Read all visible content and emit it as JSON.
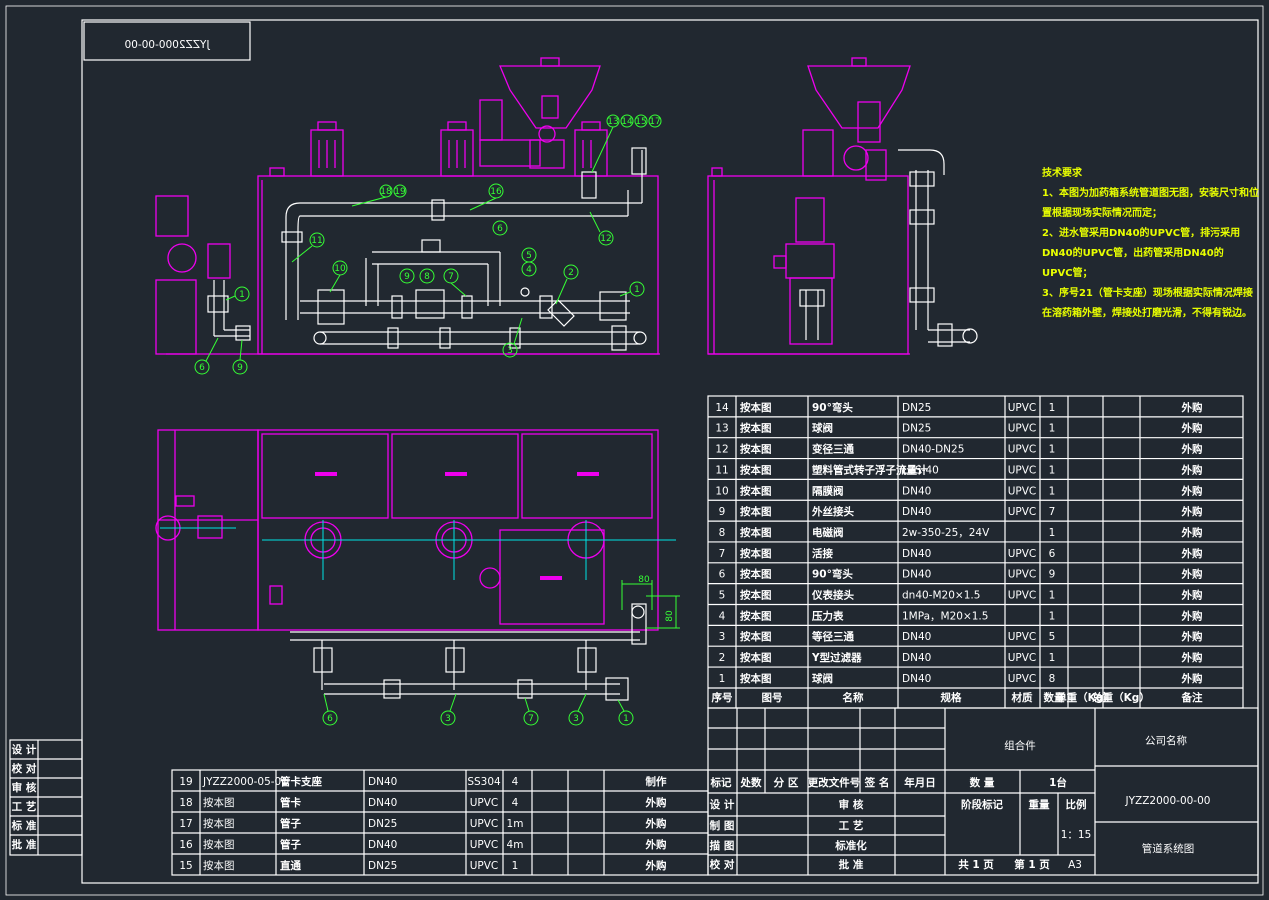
{
  "drawing_number": "JYZZ2000-00-00",
  "drawing_number_stamp_mirrored": "JYZZ2000-00-00",
  "tech_requirements": {
    "title": "技术要求",
    "lines": [
      "1、本图为加药箱系统管道图无图，安装尺寸和位",
      "置根据现场实际情况而定；",
      "2、进水管采用DN40的UPVC管，排污采用",
      "DN40的UPVC管，出药管采用DN40的",
      "UPVC管；",
      "3、序号21（管卡支座）现场根据实际情况焊接",
      "在溶药箱外壁，焊接处打磨光滑，不得有锐边。"
    ]
  },
  "bom_upper": [
    {
      "no": "14",
      "code": "按本图",
      "name": "90°弯头",
      "spec": "DN25",
      "mat": "UPVC",
      "qty": "1",
      "note": "外购"
    },
    {
      "no": "13",
      "code": "按本图",
      "name": "球阀",
      "spec": "DN25",
      "mat": "UPVC",
      "qty": "1",
      "note": "外购"
    },
    {
      "no": "12",
      "code": "按本图",
      "name": "变径三通",
      "spec": "DN40-DN25",
      "mat": "UPVC",
      "qty": "1",
      "note": "外购"
    },
    {
      "no": "11",
      "code": "按本图",
      "name": "塑料管式转子浮子流量计",
      "spec": "LZS-40",
      "mat": "UPVC",
      "qty": "1",
      "note": "外购"
    },
    {
      "no": "10",
      "code": "按本图",
      "name": "隔膜阀",
      "spec": "DN40",
      "mat": "UPVC",
      "qty": "1",
      "note": "外购"
    },
    {
      "no": "9",
      "code": "按本图",
      "name": "外丝接头",
      "spec": "DN40",
      "mat": "UPVC",
      "qty": "7",
      "note": "外购"
    },
    {
      "no": "8",
      "code": "按本图",
      "name": "电磁阀",
      "spec": "2w-350-25，24V",
      "mat": "",
      "qty": "1",
      "note": "外购"
    },
    {
      "no": "7",
      "code": "按本图",
      "name": "活接",
      "spec": "DN40",
      "mat": "UPVC",
      "qty": "6",
      "note": "外购"
    },
    {
      "no": "6",
      "code": "按本图",
      "name": "90°弯头",
      "spec": "DN40",
      "mat": "UPVC",
      "qty": "9",
      "note": "外购"
    },
    {
      "no": "5",
      "code": "按本图",
      "name": "仪表接头",
      "spec": "dn40-M20×1.5",
      "mat": "UPVC",
      "qty": "1",
      "note": "外购"
    },
    {
      "no": "4",
      "code": "按本图",
      "name": "压力表",
      "spec": "1MPa，M20×1.5",
      "mat": "",
      "qty": "1",
      "note": "外购"
    },
    {
      "no": "3",
      "code": "按本图",
      "name": "等径三通",
      "spec": "DN40",
      "mat": "UPVC",
      "qty": "5",
      "note": "外购"
    },
    {
      "no": "2",
      "code": "按本图",
      "name": "Y型过滤器",
      "spec": "DN40",
      "mat": "UPVC",
      "qty": "1",
      "note": "外购"
    },
    {
      "no": "1",
      "code": "按本图",
      "name": "球阀",
      "spec": "DN40",
      "mat": "UPVC",
      "qty": "8",
      "note": "外购"
    }
  ],
  "bom_header": {
    "no": "序号",
    "code": "图号",
    "name": "名称",
    "spec": "规格",
    "mat": "材质",
    "qty": "数量",
    "unit_weight": "单重（Kg）",
    "total_weight": "总重（Kg）",
    "note": "备注"
  },
  "bom_lower": [
    {
      "no": "19",
      "code": "JYZZ2000-05-01",
      "name": "管卡支座",
      "spec": "DN40",
      "mat": "SS304",
      "qty": "4",
      "note": "制作"
    },
    {
      "no": "18",
      "code": "按本图",
      "name": "管卡",
      "spec": "DN40",
      "mat": "UPVC",
      "qty": "4",
      "note": "外购"
    },
    {
      "no": "17",
      "code": "按本图",
      "name": "管子",
      "spec": "DN25",
      "mat": "UPVC",
      "qty": "1m",
      "note": "外购"
    },
    {
      "no": "16",
      "code": "按本图",
      "name": "管子",
      "spec": "DN40",
      "mat": "UPVC",
      "qty": "4m",
      "note": "外购"
    },
    {
      "no": "15",
      "code": "按本图",
      "name": "直通",
      "spec": "DN25",
      "mat": "UPVC",
      "qty": "1",
      "note": "外购"
    }
  ],
  "approvals": [
    "设 计",
    "校 对",
    "审 核",
    "工 艺",
    "标 准",
    "批 准"
  ],
  "title_block": {
    "assembly": "组合件",
    "company": "公司名称",
    "drawing_title": "管道系统图",
    "rev_headers": [
      "标记",
      "处数",
      "分 区",
      "更改文件号",
      "签 名",
      "年月日"
    ],
    "roles_left": [
      "设 计",
      "制 图",
      "描 图",
      "校 对"
    ],
    "roles_mid": [
      "审 核",
      "工 艺",
      "标准化",
      "批 准"
    ],
    "qty_label": "数 量",
    "qty_value": "1台",
    "stage_label": "阶段标记",
    "weight_label": "重量",
    "scale_label": "比例",
    "scale_value": "1：15",
    "sheets_total": "共 1 页",
    "sheet_no": "第 1 页",
    "paper": "A3"
  },
  "callouts_front": [
    "1",
    "2",
    "3",
    "4",
    "5",
    "6",
    "7",
    "8",
    "9",
    "10",
    "11",
    "12",
    "13",
    "14",
    "15",
    "16",
    "17",
    "18",
    "19"
  ],
  "dimensions": {
    "top_offset": "80",
    "side_offset": "80"
  },
  "colors": {
    "background": "#212830",
    "outline": "#ffffff",
    "equipment": "#ee00ee",
    "callout": "#35ff35",
    "notes": "#e8ff00",
    "centerline": "#00e5e5"
  }
}
